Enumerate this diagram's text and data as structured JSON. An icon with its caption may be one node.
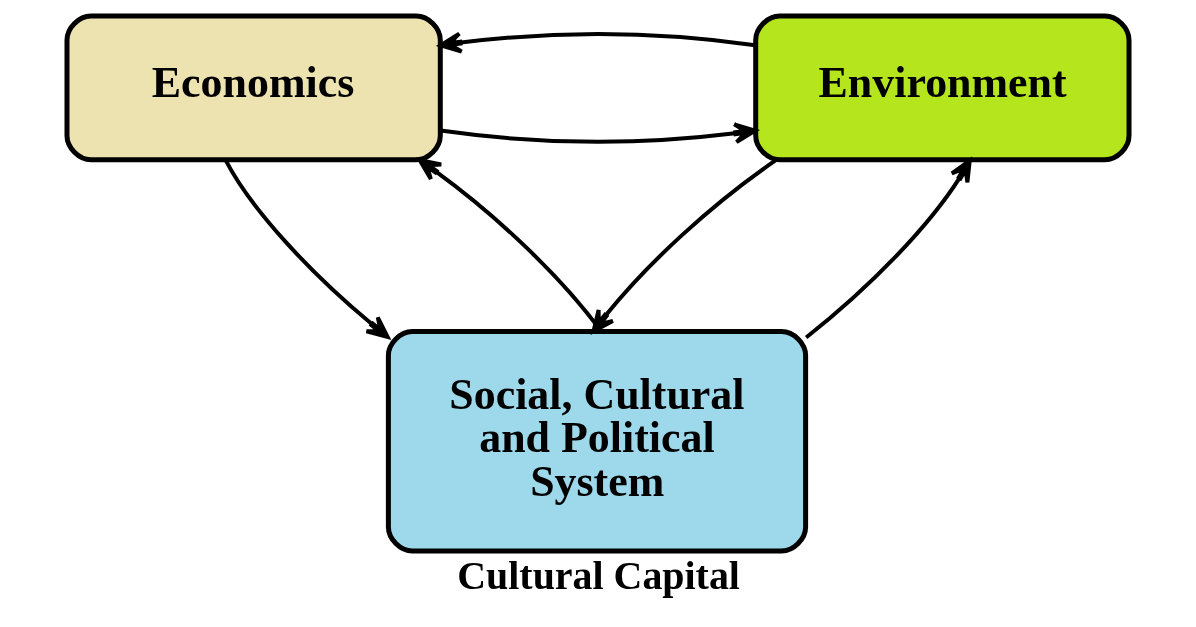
{
  "diagram": {
    "caption": "Cultural Capital",
    "nodes": [
      {
        "text": [
          "Economics"
        ]
      },
      {
        "text": [
          "Environment"
        ]
      },
      {
        "text": [
          "Social, Cultural and Political System"
        ]
      }
    ],
    "edges": [
      {
        "from": 0,
        "to": 1,
        "arrow": "to"
      },
      {
        "from": 1,
        "to": 0,
        "arrow": "to"
      },
      {
        "from": 0,
        "to": 2,
        "arrow": "to"
      },
      {
        "from": 2,
        "to": 0,
        "arrow": "to"
      },
      {
        "from": 2,
        "to": 1,
        "arrow": "to"
      },
      {
        "from": 1,
        "to": 2,
        "arrow": "to"
      }
    ]
  }
}
